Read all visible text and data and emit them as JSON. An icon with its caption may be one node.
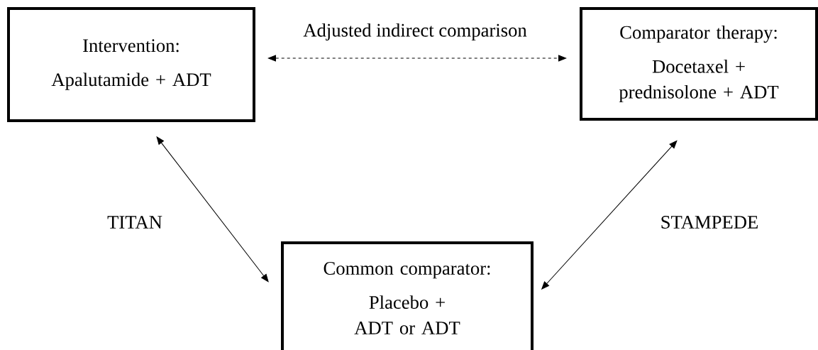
{
  "diagram": {
    "nodes": [
      {
        "text": [
          "Intervention:",
          "Apalutamide + ADT"
        ]
      },
      {
        "text": [
          "Comparator therapy:",
          "Docetaxel + prednisolone + ADT"
        ]
      },
      {
        "text": [
          "Common comparator:",
          "Placebo + ADT or ADT"
        ]
      }
    ],
    "edges": [
      {
        "from": 0,
        "to": 1,
        "arrow": "both",
        "style": "dashed",
        "label": "Adjusted indirect comparison"
      },
      {
        "from": 0,
        "to": 2,
        "arrow": "both",
        "label": "TITAN"
      },
      {
        "from": 1,
        "to": 2,
        "arrow": "both",
        "label": "STAMPEDE"
      }
    ]
  }
}
